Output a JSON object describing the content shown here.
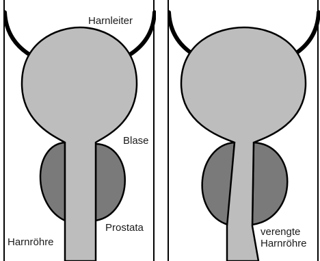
{
  "left_panel": {
    "labels": {
      "ureter": "Harnleiter",
      "bladder": "Blase",
      "prostate": "Prostata",
      "urethra": "Harnröhre"
    }
  },
  "right_panel": {
    "labels": {
      "narrowed_urethra_line1": "verengte",
      "narrowed_urethra_line2": "Harnröhre"
    }
  },
  "colors": {
    "bladder_fill": "#bdbdbd",
    "prostate_fill": "#7a7a7a",
    "outline": "#000000"
  }
}
